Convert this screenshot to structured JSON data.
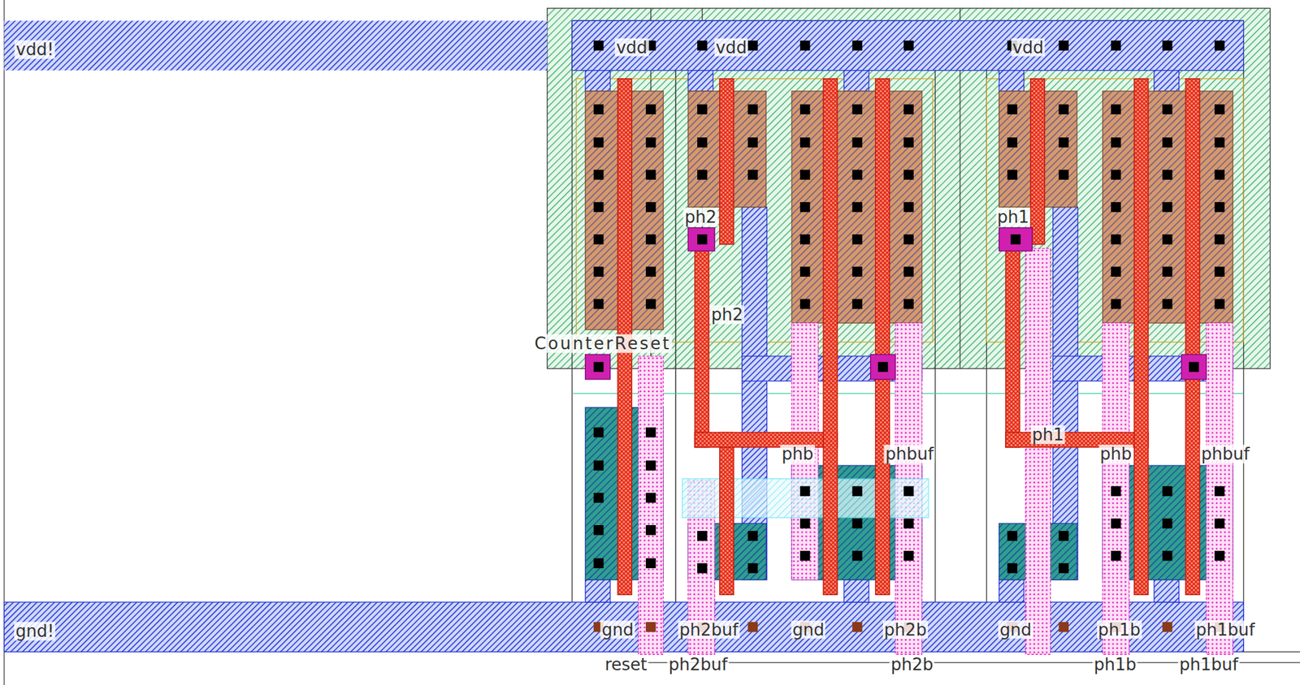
{
  "diagram": {
    "labels": [
      "vdd!",
      "vdd",
      "vdd",
      "vdd",
      "ph2",
      "ph2",
      "CounterReset",
      "phb",
      "phbuf",
      "ph1",
      "ph1",
      "phb",
      "phbuf",
      "gnd!",
      "gnd",
      "ph2buf",
      "gnd",
      "ph2b",
      "gnd",
      "ph1b",
      "ph1buf",
      "reset",
      "ph2buf",
      "ph2b",
      "ph1b",
      "ph1buf"
    ]
  }
}
